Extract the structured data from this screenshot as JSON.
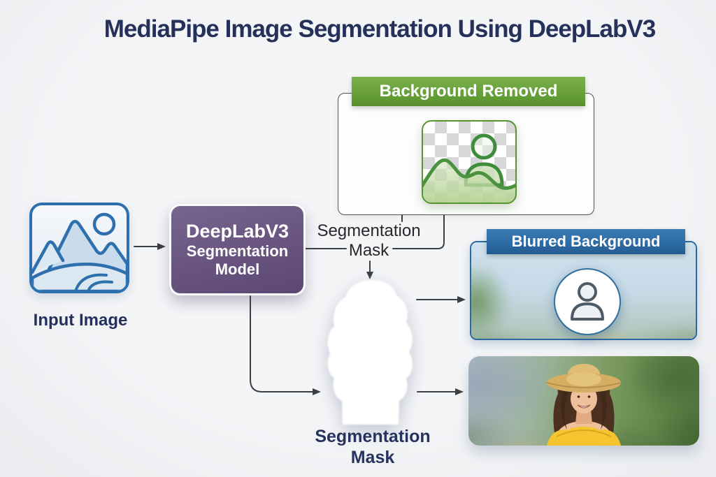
{
  "title": "MediaPipe Image Segmentation Using DeepLabV3",
  "nodes": {
    "input": {
      "label": "Input Image",
      "icon": "landscape-photo-icon"
    },
    "model": {
      "line1": "DeepLabV3",
      "line2": "Segmentation",
      "line3": "Model"
    },
    "mask_annotation": {
      "line1": "Segmentation",
      "line2": "Mask"
    },
    "background_removed": {
      "label": "Background Removed",
      "icon": "transparent-checkerboard-person-landscape-icon"
    },
    "blurred_background": {
      "label": "Blurred Background",
      "icon": "person-placeholder-icon"
    },
    "mask_output": {
      "line1": "Segmentation",
      "line2": "Mask",
      "icon": "person-silhouette-mask"
    },
    "portrait": {
      "icon": "woman-straw-hat-portrait-photo"
    }
  },
  "colors": {
    "page_background": "#f2f3f5",
    "title_navy": "#25315a",
    "model_purple": "#68547f",
    "banner_green": "#639b35",
    "banner_blue": "#2c6aa3",
    "connector_gray": "#3a3f44",
    "input_icon_blue": "#2e6fae",
    "thumb_green": "#55942e"
  }
}
